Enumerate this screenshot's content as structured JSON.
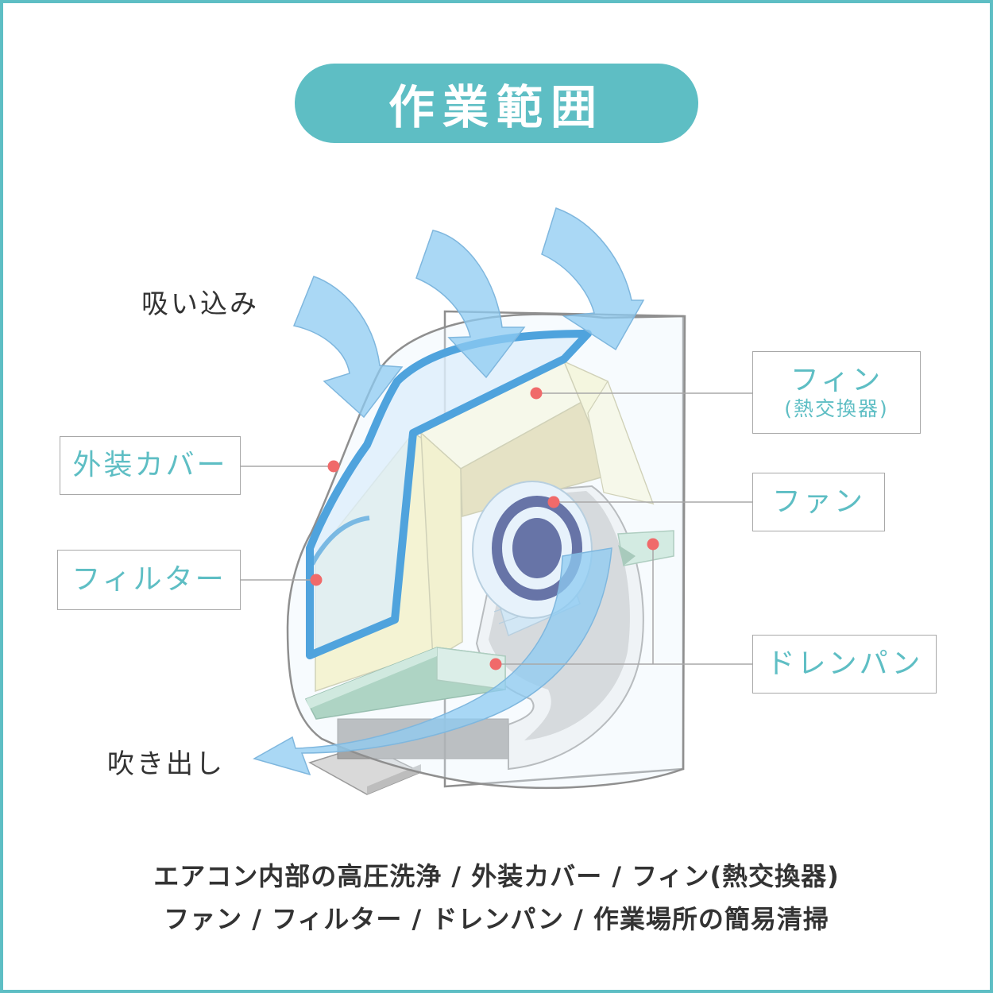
{
  "title": "作業範囲",
  "flow": {
    "intake": "吸い込み",
    "outlet": "吹き出し"
  },
  "labels": {
    "fin": {
      "main": "フィン",
      "sub": "(熱交換器)"
    },
    "cover": "外装カバー",
    "fan": "ファン",
    "filter": "フィルター",
    "drain_pan": "ドレンパン"
  },
  "footer": {
    "line1": "エアコン内部の高圧洗浄 / 外装カバー / フィン(熱交換器)",
    "line2": "ファン / フィルター / ドレンパン / 作業場所の簡易清掃"
  },
  "colors": {
    "accent": "#5ebec4",
    "marker": "#f06a6a",
    "airflow": "#8ecbf2",
    "filter_frame": "#4fa3dd",
    "fin": "#fbf7cf",
    "fan_core": "#22307a",
    "drain_pan": "#bfe3cf"
  }
}
